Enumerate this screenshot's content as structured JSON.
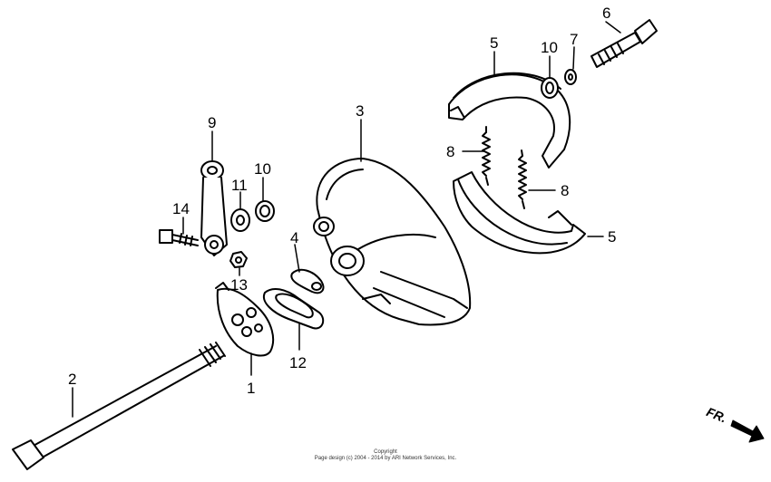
{
  "diagram": {
    "callouts": {
      "c1": "1",
      "c2": "2",
      "c3": "3",
      "c4": "4",
      "c5a": "5",
      "c5b": "5",
      "c6": "6",
      "c7": "7",
      "c8a": "8",
      "c8b": "8",
      "c9": "9",
      "c10a": "10",
      "c10b": "10",
      "c11": "11",
      "c12": "12",
      "c13": "13",
      "c14": "14"
    },
    "direction_label": "FR.",
    "copyright": {
      "line1": "Copyright",
      "line2": "Page design (c) 2004 - 2014 by ARI Network Services, Inc."
    }
  }
}
